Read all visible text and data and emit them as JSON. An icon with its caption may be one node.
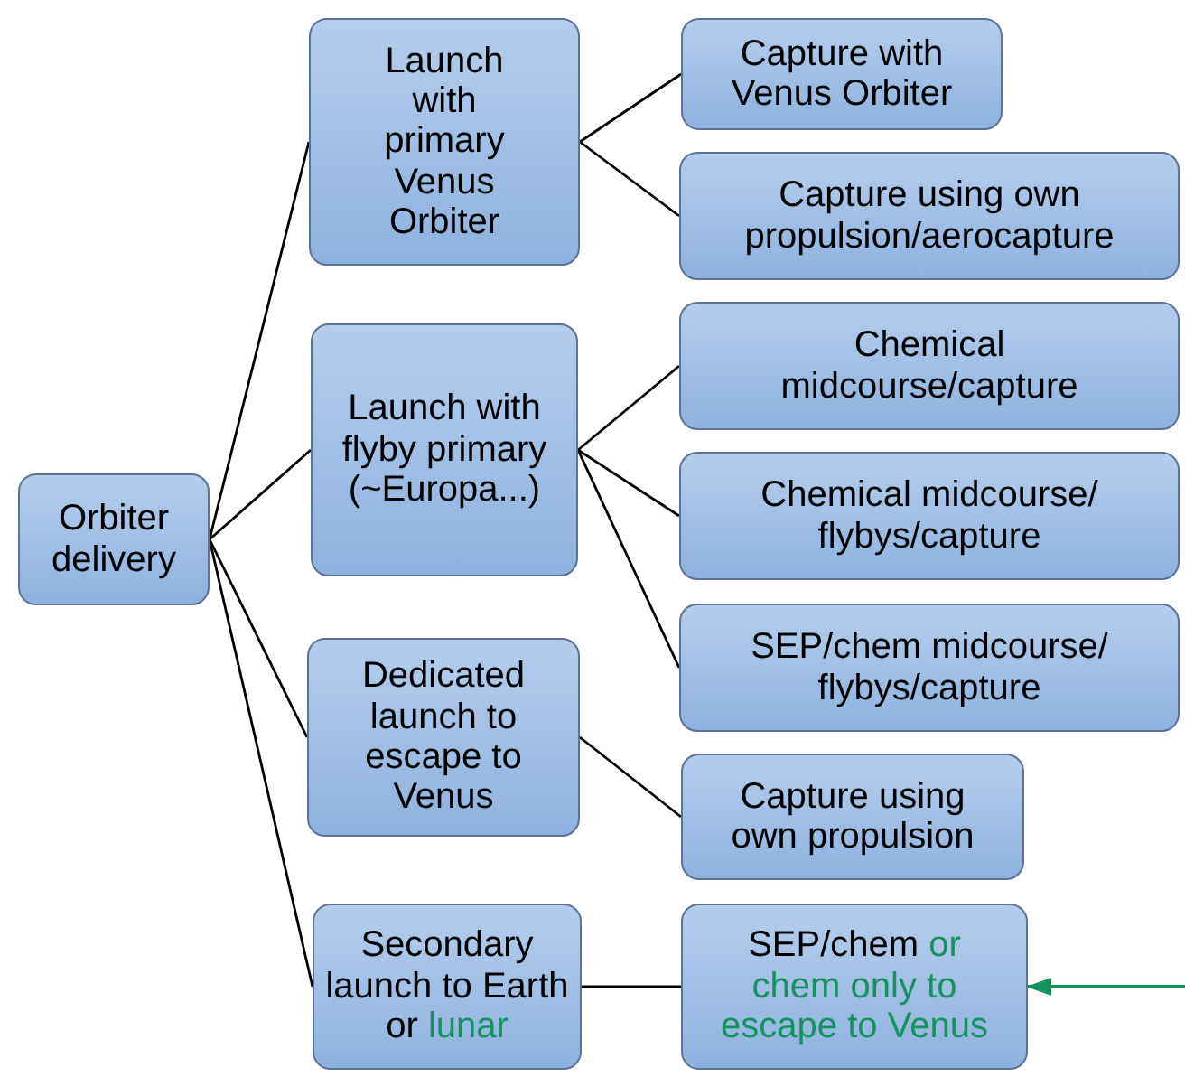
{
  "diagram": {
    "nodes": [
      {
        "text": [
          "Orbiter delivery"
        ]
      },
      {
        "text": [
          "Launch with primary Venus Orbiter"
        ]
      },
      {
        "text": [
          "Launch with flyby primary (~Europa...)"
        ]
      },
      {
        "text": [
          "Dedicated launch to escape to Venus"
        ]
      },
      {
        "text": [
          "Secondary launch to Earth or",
          "lunar"
        ]
      },
      {
        "text": [
          "Capture with Venus Orbiter"
        ]
      },
      {
        "text": [
          "Capture using own propulsion/aerocapture"
        ]
      },
      {
        "text": [
          "Chemical midcourse/capture"
        ]
      },
      {
        "text": [
          "Chemical midcourse/ flybys/capture"
        ]
      },
      {
        "text": [
          "SEP/chem midcourse/ flybys/capture"
        ]
      },
      {
        "text": [
          "Capture using own propulsion"
        ]
      },
      {
        "text": [
          "SEP/chem",
          "or chem only to escape to Venus"
        ]
      }
    ],
    "edges": [
      {
        "from": 0,
        "to": 1,
        "arrow": "none"
      },
      {
        "from": 0,
        "to": 2,
        "arrow": "none"
      },
      {
        "from": 0,
        "to": 3,
        "arrow": "none"
      },
      {
        "from": 0,
        "to": 4,
        "arrow": "none"
      },
      {
        "from": 1,
        "to": 5,
        "arrow": "none"
      },
      {
        "from": 1,
        "to": 6,
        "arrow": "none"
      },
      {
        "from": 2,
        "to": 7,
        "arrow": "none"
      },
      {
        "from": 2,
        "to": 8,
        "arrow": "none"
      },
      {
        "from": 2,
        "to": 9,
        "arrow": "none"
      },
      {
        "from": 3,
        "to": 10,
        "arrow": "none"
      },
      {
        "from": 4,
        "to": 11,
        "arrow": "none"
      },
      {
        "from": null,
        "to": 11,
        "arrow": "to",
        "color": "#14935f"
      }
    ]
  }
}
